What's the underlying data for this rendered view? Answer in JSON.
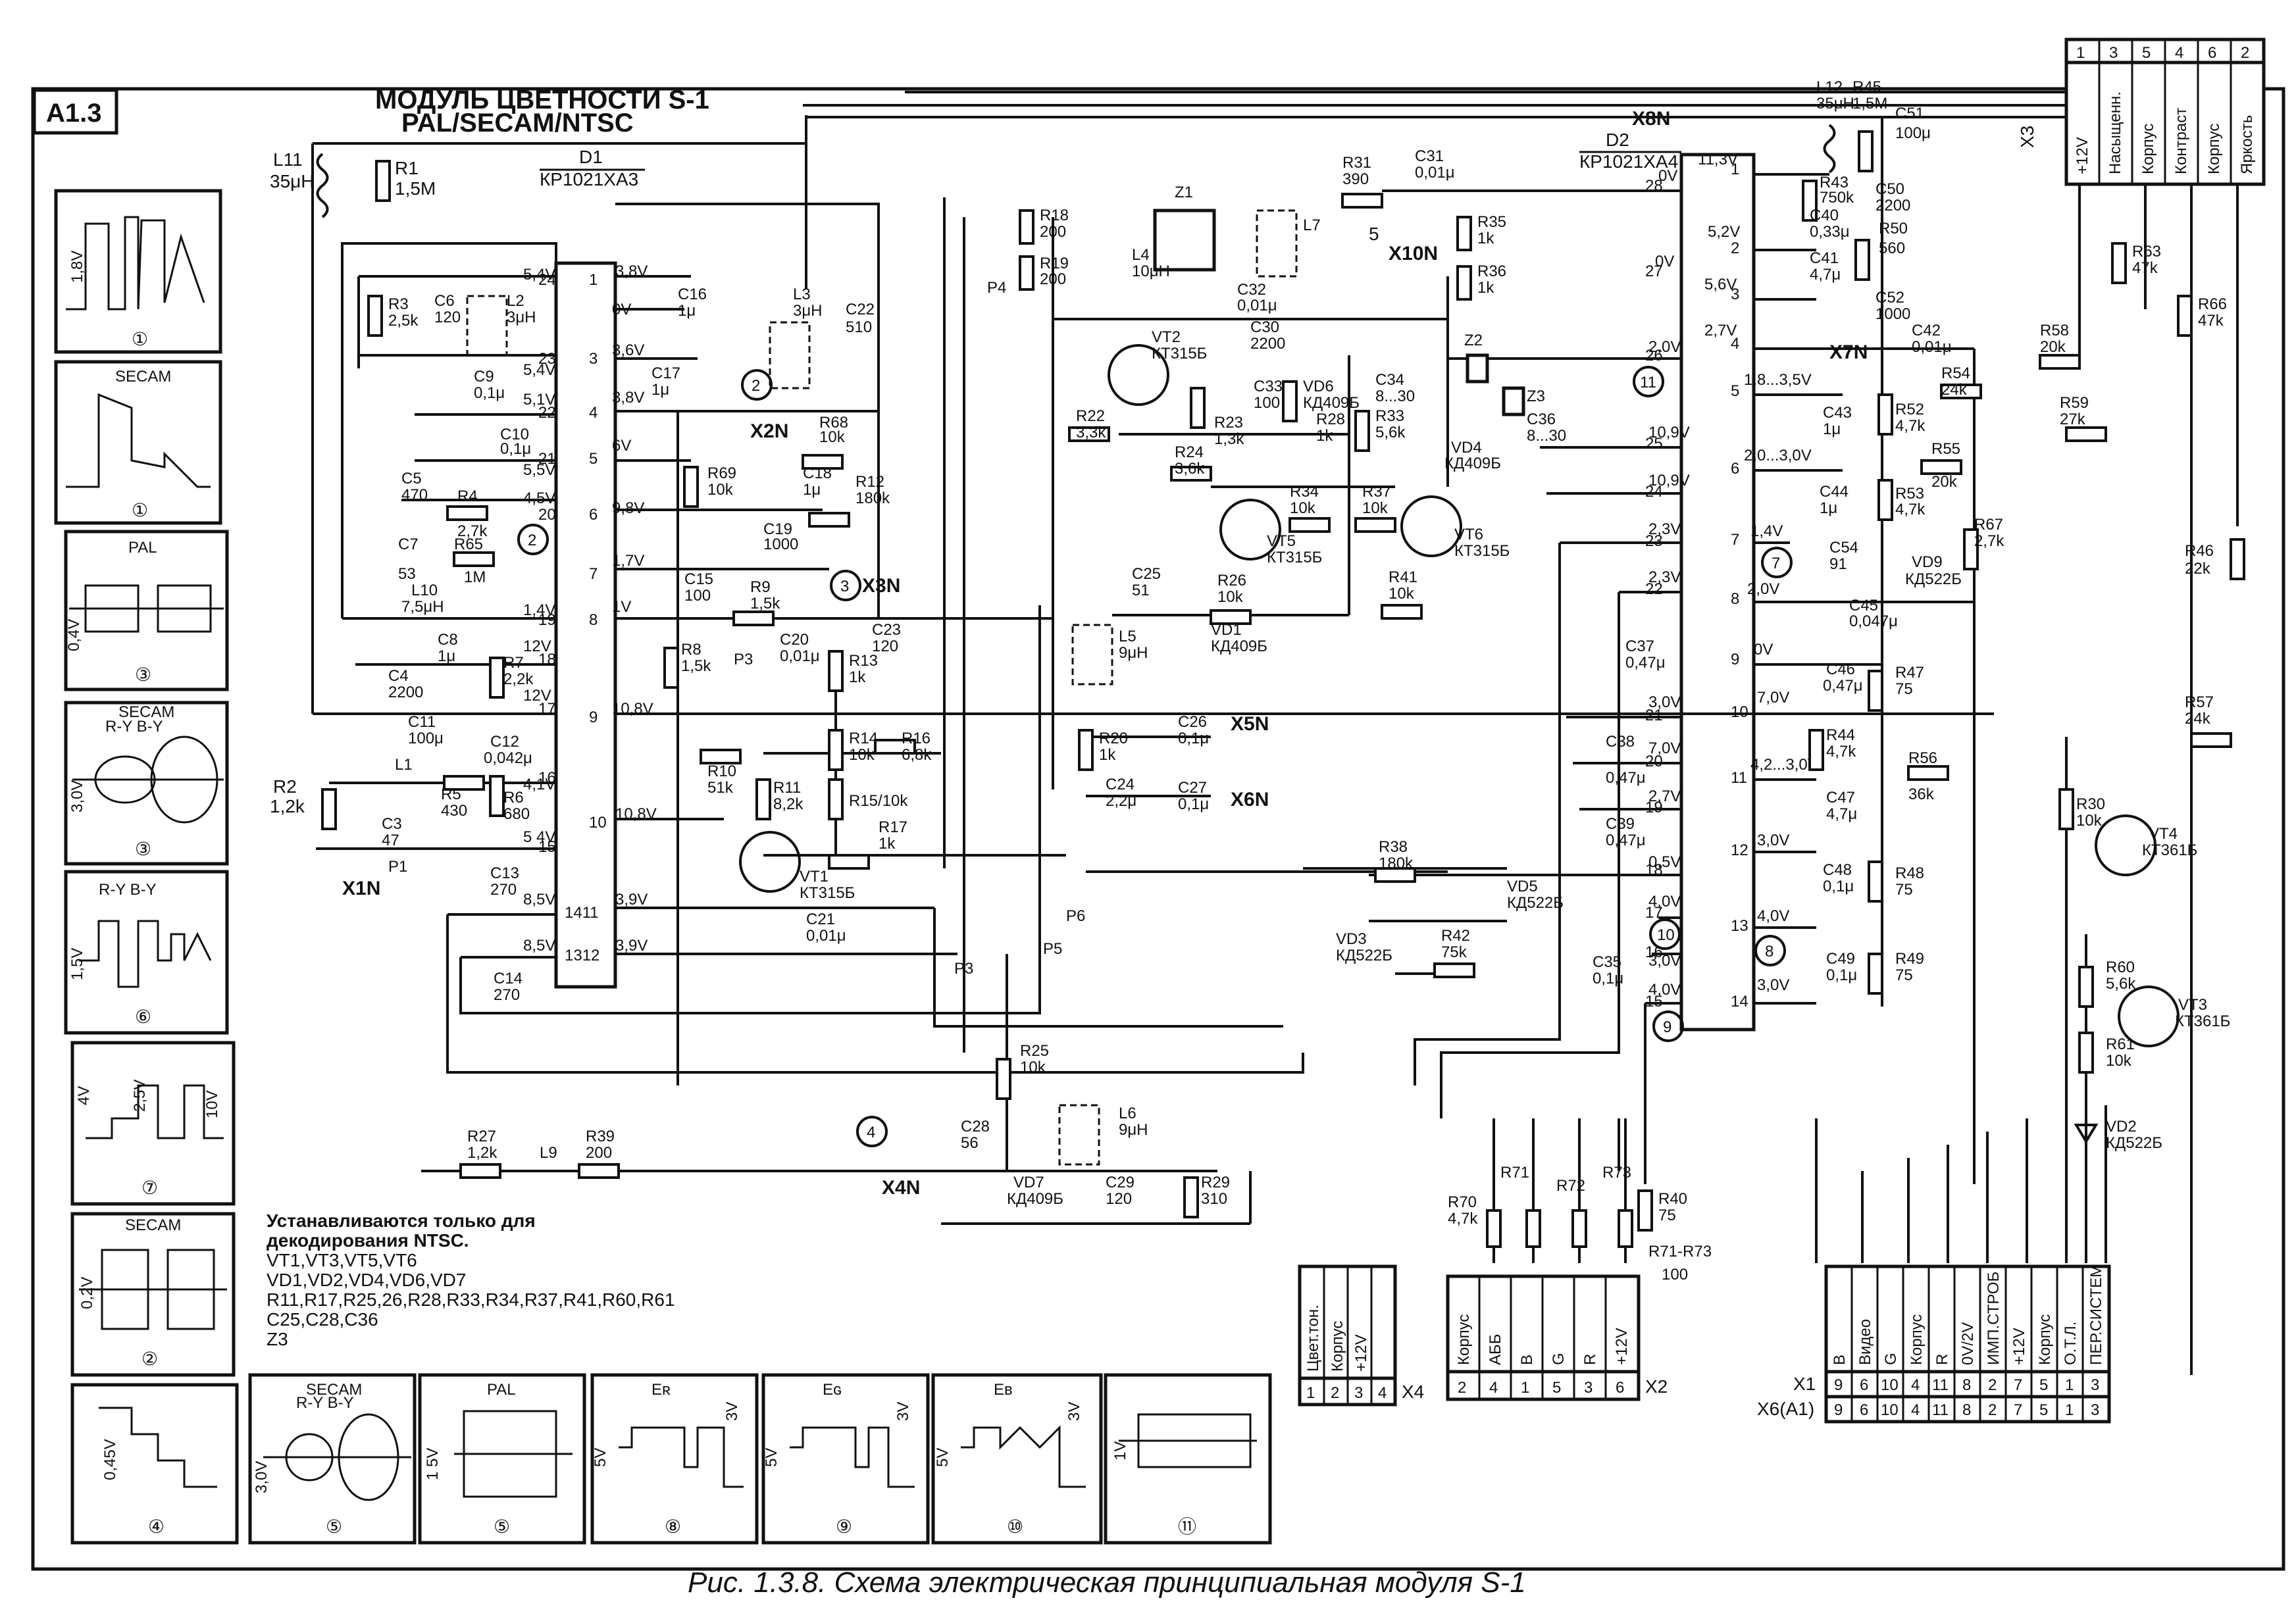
{
  "sheet_id": "A1.3",
  "title": "МОДУЛЬ ЦВЕТНОСТИ S-1",
  "subtitle": "PAL/SECAM/NTSC",
  "caption": "Рис. 1.3.8. Схема электрическая принципиальная модуля S-1",
  "ic": {
    "d1": {
      "ref": "D1",
      "type": "КР1021ХА3"
    },
    "d2": {
      "ref": "D2",
      "type": "КР1021ХА4"
    }
  },
  "transistors": [
    {
      "ref": "VT1",
      "type": "КТ315Б"
    },
    {
      "ref": "VT2",
      "type": "КТ315Б"
    },
    {
      "ref": "VT3",
      "type": "КТ361Б"
    },
    {
      "ref": "VT4",
      "type": "КТ361Б"
    },
    {
      "ref": "VT5",
      "type": "КТ315Б"
    },
    {
      "ref": "VT6",
      "type": "КТ315Б"
    }
  ],
  "note": {
    "line1": "Устанавливаются только для",
    "line2": "декодирования NTSC.",
    "line3": "VT1,VT3,VT5,VT6",
    "line4": "VD1,VD2,VD4,VD6,VD7",
    "line5": "R11,R17,R25,26,R28,R33,R34,R37,R41,R60,R61",
    "line6": "C25,C28,C36",
    "line7": "Z3"
  },
  "connector_x3": {
    "ref": "X3",
    "pins": [
      "1",
      "3",
      "5",
      "4",
      "6",
      "2"
    ],
    "labels": [
      "+12V",
      "Насыщенн.",
      "Корпус",
      "Контраст",
      "Корпус",
      "Яркость"
    ]
  },
  "connector_x4": {
    "ref": "X4",
    "pins": [
      "1",
      "2",
      "3",
      "4"
    ],
    "labels": [
      "Цвет.тон.",
      "Корпус",
      "+12V",
      ""
    ]
  },
  "connector_x2": {
    "ref": "X2",
    "pins": [
      "2",
      "4",
      "1",
      "5",
      "3",
      "6"
    ],
    "labels": [
      "Корпус",
      "АББ",
      "B",
      "G",
      "R",
      "+12V"
    ]
  },
  "connector_x1": {
    "ref": "X1",
    "ref2": "X6(A1)",
    "pins": [
      "9",
      "6",
      "10",
      "4",
      "11",
      "8",
      "2",
      "7",
      "5",
      "1",
      "3"
    ],
    "labels": [
      "B",
      "Видео",
      "G",
      "Корпус",
      "R",
      "0V/2V",
      "ИМП.СТРОБ",
      "+12V",
      "Корпус",
      "О.Т.Л.",
      "ПЕР.СИСТЕМ"
    ]
  },
  "test_points": [
    "X1N",
    "X2N",
    "X3N",
    "X4N",
    "X5N",
    "X6N",
    "X7N",
    "X8N",
    "X10N"
  ],
  "waveforms": [
    {
      "num": "①",
      "label": "1,8V"
    },
    {
      "num": "①",
      "label": "SECAM"
    },
    {
      "num": "③",
      "label": "PAL",
      "level": "0,4V"
    },
    {
      "num": "③",
      "label": "SECAM",
      "sub": "R-Y   B-Y",
      "level": "3,0V"
    },
    {
      "num": "⑥",
      "label": "R-Y   B-Y",
      "level": "1,5V"
    },
    {
      "num": "⑦",
      "label": "4V",
      "level": "2,5V",
      "level2": "10V"
    },
    {
      "num": "②",
      "label": "SECAM",
      "level": "0,2V"
    },
    {
      "num": "④",
      "label": "0,45V"
    },
    {
      "num": "⑤",
      "label": "SECAM",
      "sub": "R-Y   B-Y",
      "level": "3,0V"
    },
    {
      "num": "⑤",
      "label": "PAL",
      "level": "1 5V"
    },
    {
      "num": "⑧",
      "label": "Eʀ",
      "level": "3V",
      "level2": "5V"
    },
    {
      "num": "⑨",
      "label": "Eɢ",
      "level": "3V",
      "level2": "5V"
    },
    {
      "num": "⑩",
      "label": "Eʙ",
      "level": "3V",
      "level2": "5V"
    },
    {
      "num": "⑪",
      "label": "1V"
    }
  ],
  "parts": {
    "L11": "L11",
    "L11v": "35μH",
    "R1": "R1",
    "R1v": "1,5M",
    "R3": "R3",
    "R3v": "2,5k",
    "C6": "C6",
    "C6v": "120",
    "L2": "L2",
    "L2v": "3μH",
    "C9": "C9",
    "C9v": "0,1μ",
    "C10": "C10",
    "C10v": "0,1μ",
    "C5": "C5",
    "C5v": "470",
    "R4": "R4",
    "R4v": "2,7k",
    "C7": "C7",
    "C7v": "53",
    "R65": "R65",
    "R65v": "1M",
    "L10": "L10",
    "L10v": "7,5μH",
    "C8": "C8",
    "C8v": "1μ",
    "R7": "R7",
    "R7v": "2,2k",
    "C4": "C4",
    "C4v": "2200",
    "C11": "C11",
    "C11v": "100μ",
    "C12": "C12",
    "C12v": "0,042μ",
    "L1": "L1",
    "R5": "R5",
    "R5v": "430",
    "R6": "R6",
    "R6v": "680",
    "R2": "R2",
    "R2v": "1,2k",
    "C3": "C3",
    "C3v": "47",
    "C13": "C13",
    "C13v": "270",
    "C14": "C14",
    "C14v": "270",
    "C16": "C16",
    "C16v": "1μ",
    "C17": "C17",
    "C17v": "1μ",
    "L3": "L3",
    "L3v": "3μH",
    "C22": "C22",
    "C22v": "510",
    "R68": "R68",
    "R68v": "10k",
    "R69": "R69",
    "R69v": "10k",
    "C18": "C18",
    "C18v": "1μ",
    "R12": "R12",
    "R12v": "180k",
    "C19": "C19",
    "C19v": "1000",
    "C15": "C15",
    "C15v": "100",
    "R9": "R9",
    "R9v": "1,5k",
    "C20": "C20",
    "C20v": "0,01μ",
    "C23": "C23",
    "C23v": "120",
    "R13": "R13",
    "R13v": "1k",
    "R8": "R8",
    "R8v": "1,5k",
    "R10": "R10",
    "R10v": "51k",
    "R11": "R11",
    "R11v": "8,2k",
    "R14": "R14",
    "R14v": "10k",
    "R16": "R16",
    "R16v": "6,8k",
    "R15": "R15/10k",
    "R17": "R17",
    "R17v": "1k",
    "C21": "C21",
    "C21v": "0,01μ",
    "R18": "R18",
    "R18v": "200",
    "R19": "R19",
    "R19v": "200",
    "Z1": "Z1",
    "L4": "L4",
    "L4v": "10μH",
    "L7": "L7",
    "R22": "R22",
    "R22v": "3,3k",
    "R23": "R23",
    "R23v": "1,3k",
    "R24": "R24",
    "R24v": "3,6k",
    "C32": "C32",
    "C32v": "0,01μ",
    "C30": "C30",
    "C30v": "2200",
    "C33": "C33",
    "C33v": "100",
    "VD6": "VD6",
    "VD6v": "КД409Б",
    "R28": "R28",
    "R28v": "1k",
    "C34": "C34",
    "C34v": "8...30",
    "R33": "R33",
    "R33v": "5,6k",
    "R31": "R31",
    "R31v": "390",
    "C31": "C31",
    "C31v": "0,01μ",
    "R35": "R35",
    "R35v": "1k",
    "R36": "R36",
    "R36v": "1k",
    "Z2": "Z2",
    "Z3": "Z3",
    "C36": "C36",
    "C36v": "8...30",
    "VD4": "VD4",
    "VD4v": "КД409Б",
    "R34": "R34",
    "R34v": "10k",
    "R37": "R37",
    "R37v": "10k",
    "C25": "C25",
    "C25v": "51",
    "R26": "R26",
    "R26v": "10k",
    "R41": "R41",
    "R41v": "10k",
    "L5": "L5",
    "L5v": "9μH",
    "VD1": "VD1",
    "VD1v": "КД409Б",
    "R20": "R20",
    "R20v": "1k",
    "C26": "C26",
    "C26v": "0,1μ",
    "C24": "C24",
    "C24v": "2,2μ",
    "C27": "C27",
    "C27v": "0,1μ",
    "R38": "R38",
    "R38v": "180k",
    "VD5": "VD5",
    "VD5v": "КД522Б",
    "VD3": "VD3",
    "VD3v": "КД522Б",
    "R42": "R42",
    "R42v": "75k",
    "R25": "R25",
    "R25v": "10k",
    "C28": "C28",
    "C28v": "56",
    "L6": "L6",
    "L6v": "9μH",
    "VD7": "VD7",
    "VD7v": "КД409Б",
    "C29": "C29",
    "C29v": "120",
    "R29": "R29",
    "R29v": "310",
    "R27": "R27",
    "R27v": "1,2k",
    "L9": "L9",
    "R39": "R39",
    "R39v": "200",
    "L12": "L12",
    "L12v": "35μH",
    "R45": "R45",
    "R45v": "1,5M",
    "C51": "C51",
    "C51v": "100μ",
    "R43": "R43",
    "R43v": "750k",
    "C50": "C50",
    "C50v": "2200",
    "C40": "C40",
    "C40v": "0,33μ",
    "R50": "R50",
    "R50v": "560",
    "C41": "C41",
    "C41v": "4,7μ",
    "C52": "C52",
    "C52v": "1000",
    "C42": "C42",
    "C42v": "0,01μ",
    "R58": "R58",
    "R58v": "20k",
    "R63": "R63",
    "R63v": "47k",
    "R66": "R66",
    "R66v": "47k",
    "C43": "C43",
    "C43v": "1μ",
    "R52": "R52",
    "R52v": "4,7k",
    "R54": "R54",
    "R54v": "24k",
    "R59": "R59",
    "R59v": "27k",
    "R55": "R55",
    "R55v": "20k",
    "C44": "C44",
    "C44v": "1μ",
    "R53": "R53",
    "R53v": "4,7k",
    "C54": "C54",
    "C54v": "91",
    "R67": "R67",
    "R67v": "2,7k",
    "VD9": "VD9",
    "VD9v": "КД522Б",
    "R46": "R46",
    "R46v": "22k",
    "C45": "C45",
    "C45v": "0,047μ",
    "C46": "C46",
    "C46v": "0,47μ",
    "R47": "R47",
    "R47v": "75",
    "R57": "R57",
    "R57v": "24k",
    "R44": "R44",
    "R44v": "4,7k",
    "R56": "R56",
    "R56v": "36k",
    "C47": "C47",
    "C47v": "4,7μ",
    "R30": "R30",
    "R30v": "10k",
    "C48": "C48",
    "C48v": "0,1μ",
    "R48": "R48",
    "R48v": "75",
    "C49": "C49",
    "C49v": "0,1μ",
    "R49": "R49",
    "R49v": "75",
    "R60": "R60",
    "R60v": "5,6k",
    "R61": "R61",
    "R61v": "10k",
    "VD2": "VD2",
    "VD2v": "КД522Б",
    "C37": "C37",
    "C37v": "0,47μ",
    "C38": "C38",
    "C38v": "0,47μ",
    "C39": "C39",
    "C39v": "0,47μ",
    "C35": "C35",
    "C35v": "0,1μ",
    "R40": "R40",
    "R40v": "75",
    "R70": "R70",
    "R70v": "4,7k",
    "R71": "R71",
    "R72": "R72",
    "R73": "R73",
    "R7173": "R71-R73",
    "R7173v": "100"
  },
  "points": {
    "P1": "P1",
    "P3": "P3",
    "P4": "P4",
    "P5": "P5",
    "P6": "P6"
  },
  "volts": {
    "d1": [
      "5,4V",
      "3,8V",
      "0V",
      "5,4V",
      "3,6V",
      "5,1V",
      "3,8V",
      "5,5V",
      "6V",
      "4,5V",
      "9,8V",
      "1,7V",
      "1,4V",
      "1V",
      "12V",
      "12V",
      "4,1V",
      "10,8V",
      "5 4V",
      "10,8V",
      "8,5V",
      "3,9V",
      "8,5V",
      "3,9V"
    ],
    "d2": [
      "0V",
      "11,3V",
      "0V",
      "5,2V",
      "5,6V",
      "2,0V",
      "2,7V",
      "10,9V",
      "10,9V",
      "1,8...3,5V",
      "2,0...3,0V",
      "2,3V",
      "2,3V",
      "1,4V",
      "2,0V",
      "0V",
      "3,0V",
      "7,0V",
      "7,0V",
      "2,7V",
      "4,2...3,0V",
      "0,5V",
      "3,0V",
      "4,0V",
      "4,0V",
      "3,0V",
      "3,0V",
      "4,0V"
    ]
  }
}
